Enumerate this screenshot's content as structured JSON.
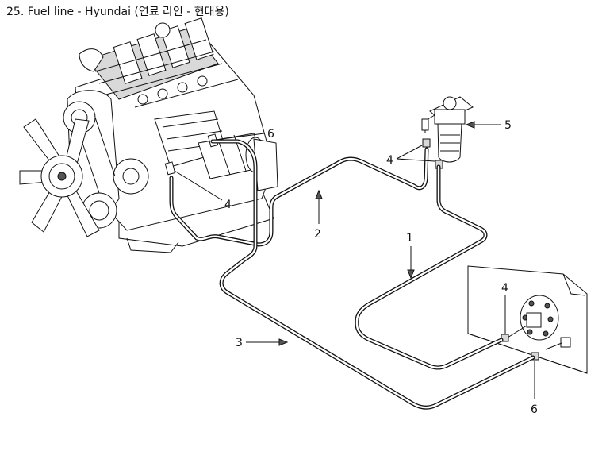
{
  "title": "25. Fuel line - Hyundai (연료 라인 -  현대용)",
  "callouts": {
    "n1": "1",
    "n2": "2",
    "n3": "3",
    "n4_engine": "4",
    "n4_filter": "4",
    "n4_tank": "4",
    "n5": "5",
    "n6_engine": "6",
    "n6_tank": "6"
  },
  "parts": [
    "engine",
    "fuel-filter",
    "fuel-tank-plate",
    "fuel-hose-1",
    "fuel-hose-2",
    "fuel-hose-3",
    "hose-clip",
    "hose-fitting"
  ]
}
